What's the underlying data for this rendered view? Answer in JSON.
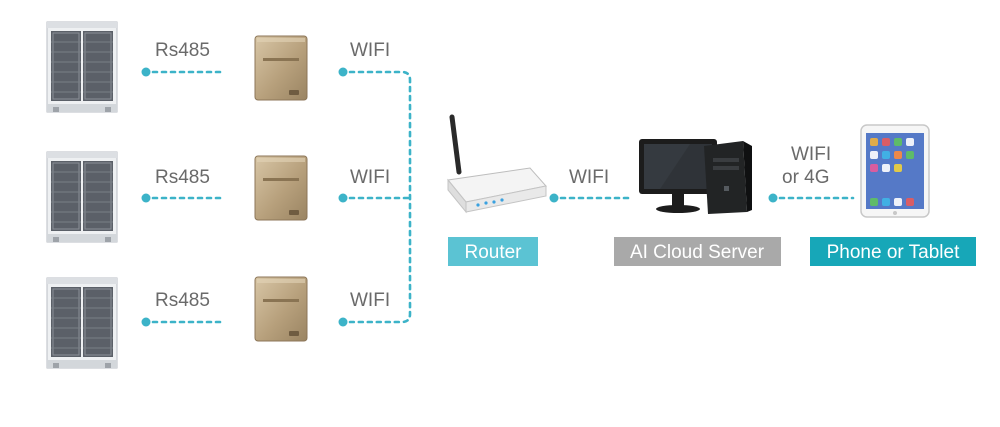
{
  "labels": {
    "rs485": "Rs485",
    "wifi": "WIFI",
    "wifi_4g_line1": "WIFI",
    "wifi_4g_line2": "or 4G"
  },
  "badges": {
    "router": "Router",
    "server": "AI Cloud Server",
    "phone": "Phone or Tablet"
  },
  "colors": {
    "connector": "#3cb3c8",
    "router_badge": "#5bc3d3",
    "server_badge": "#a9a9a9",
    "phone_badge": "#17a7b8"
  },
  "icons": {
    "outdoor_unit": "vrf-outdoor-unit-icon",
    "gateway": "wifi-gateway-icon",
    "router": "router-icon",
    "server": "desktop-computer-icon",
    "tablet": "tablet-icon"
  }
}
